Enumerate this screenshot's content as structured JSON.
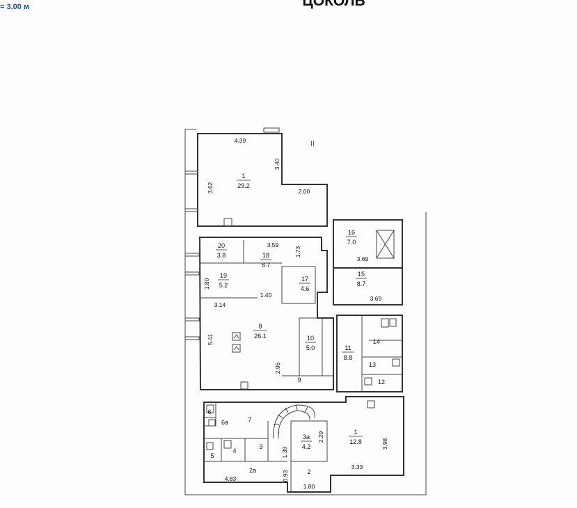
{
  "header": {
    "height_note": "= 3.00 м",
    "floor_title": "ЦОКОЛЬ"
  },
  "sections": [
    "II",
    "I"
  ],
  "rooms": [
    {
      "id": "room-1-upper",
      "num": "1",
      "area": "29.2"
    },
    {
      "id": "room-20",
      "num": "20",
      "area": "3.8"
    },
    {
      "id": "room-18",
      "num": "18",
      "area": "8.7"
    },
    {
      "id": "room-19",
      "num": "19",
      "area": "5.2"
    },
    {
      "id": "room-17",
      "num": "17",
      "area": "4.6"
    },
    {
      "id": "room-16",
      "num": "16",
      "area": "7.0"
    },
    {
      "id": "room-15",
      "num": "15",
      "area": "8.7"
    },
    {
      "id": "room-8",
      "num": "8",
      "area": "26.1"
    },
    {
      "id": "room-10",
      "num": "10",
      "area": "5.0"
    },
    {
      "id": "room-11",
      "num": "11",
      "area": "8.8"
    },
    {
      "id": "room-9",
      "num": "9",
      "area": ""
    },
    {
      "id": "room-12",
      "num": "12",
      "area": ""
    },
    {
      "id": "room-13",
      "num": "13",
      "area": ""
    },
    {
      "id": "room-14",
      "num": "14",
      "area": ""
    },
    {
      "id": "room-6",
      "num": "6",
      "area": ""
    },
    {
      "id": "room-6a",
      "num": "6а",
      "area": ""
    },
    {
      "id": "room-7",
      "num": "7",
      "area": ""
    },
    {
      "id": "room-5",
      "num": "5",
      "area": ""
    },
    {
      "id": "room-4",
      "num": "4",
      "area": ""
    },
    {
      "id": "room-3",
      "num": "3",
      "area": ""
    },
    {
      "id": "room-2a",
      "num": "2а",
      "area": ""
    },
    {
      "id": "room-3a",
      "num": "3а",
      "area": "4.2"
    },
    {
      "id": "room-1-lower",
      "num": "1",
      "area": "12.8"
    },
    {
      "id": "room-2",
      "num": "2",
      "area": ""
    }
  ],
  "dimensions": {
    "d_4_39": "4.39",
    "d_3_40": "3.40",
    "d_3_62": "3.62",
    "d_2_00": "2.00",
    "d_3_59": "3.59",
    "d_1_73": "1.73",
    "d_3_69_a": "3.69",
    "d_3_69_b": "3.69",
    "d_1_80_a": "1.80",
    "d_1_40": "1.40",
    "d_3_14": "3.14",
    "d_5_41": "5.41",
    "d_2_96": "2.96",
    "d_2_29": "2.29",
    "d_1_39": "1.39",
    "d_3_98": "3.98",
    "d_3_33": "3.33",
    "d_4_83": "4.83",
    "d_0_93": "0.93",
    "d_1_80_b": "1.80"
  },
  "symbols": {
    "toilet": "toilet-icon",
    "stairs": "spiral-stair-icon",
    "elevator": "elevator-shaft-icon",
    "radiator": "radiator-icon"
  }
}
